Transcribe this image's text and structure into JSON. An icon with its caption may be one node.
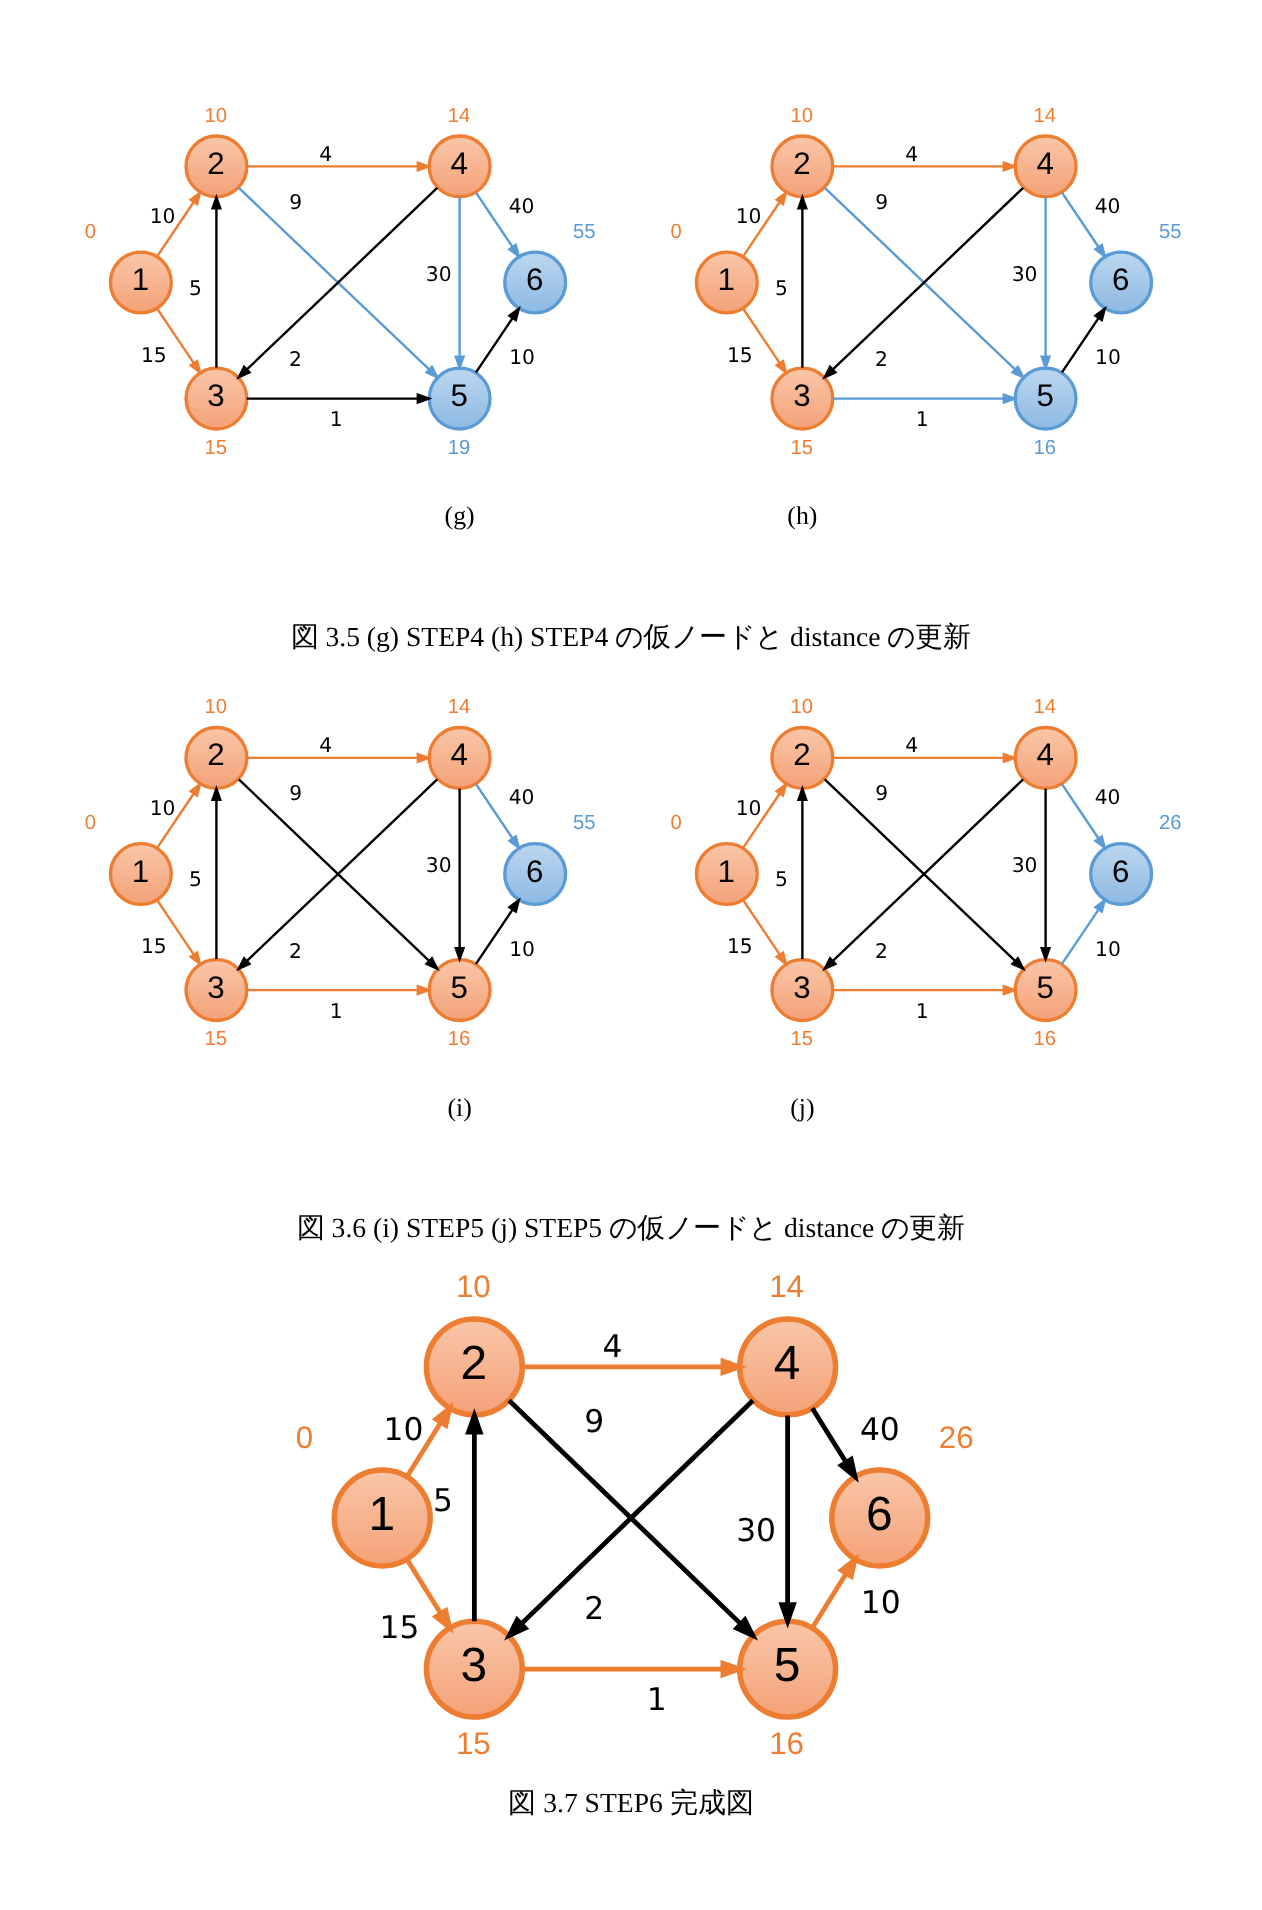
{
  "diagram": {
    "nodes": [
      {
        "text": [
          "1"
        ],
        "beside": [
          "0"
        ]
      },
      {
        "text": [
          "2"
        ],
        "beside": [
          "10"
        ]
      },
      {
        "text": [
          "3"
        ],
        "beside": [
          "15"
        ]
      },
      {
        "text": [
          "4"
        ],
        "beside": [
          "14"
        ]
      },
      {
        "text": [
          "5"
        ],
        "beside": [
          "19"
        ]
      },
      {
        "text": [
          "6"
        ],
        "beside": [
          "55"
        ]
      },
      {
        "text": [
          "1"
        ],
        "beside": [
          "0"
        ]
      },
      {
        "text": [
          "2"
        ],
        "beside": [
          "10"
        ]
      },
      {
        "text": [
          "3"
        ],
        "beside": [
          "15"
        ]
      },
      {
        "text": [
          "4"
        ],
        "beside": [
          "14"
        ]
      },
      {
        "text": [
          "5"
        ],
        "beside": [
          "16"
        ]
      },
      {
        "text": [
          "6"
        ],
        "beside": [
          "55"
        ]
      },
      {
        "text": [
          "1"
        ],
        "beside": [
          "0"
        ]
      },
      {
        "text": [
          "2"
        ],
        "beside": [
          "10"
        ]
      },
      {
        "text": [
          "3"
        ],
        "beside": [
          "15"
        ]
      },
      {
        "text": [
          "4"
        ],
        "beside": [
          "14"
        ]
      },
      {
        "text": [
          "5"
        ],
        "beside": [
          "16"
        ]
      },
      {
        "text": [
          "6"
        ],
        "beside": [
          "55"
        ]
      },
      {
        "text": [
          "1"
        ],
        "beside": [
          "0"
        ]
      },
      {
        "text": [
          "2"
        ],
        "beside": [
          "10"
        ]
      },
      {
        "text": [
          "3"
        ],
        "beside": [
          "15"
        ]
      },
      {
        "text": [
          "4"
        ],
        "beside": [
          "14"
        ]
      },
      {
        "text": [
          "5"
        ],
        "beside": [
          "16"
        ]
      },
      {
        "text": [
          "6"
        ],
        "beside": [
          "26"
        ]
      },
      {
        "text": [
          "1"
        ],
        "beside": [
          "0"
        ]
      },
      {
        "text": [
          "2"
        ],
        "beside": [
          "10"
        ]
      },
      {
        "text": [
          "3"
        ],
        "beside": [
          "15"
        ]
      },
      {
        "text": [
          "4"
        ],
        "beside": [
          "14"
        ]
      },
      {
        "text": [
          "5"
        ],
        "beside": [
          "16"
        ]
      },
      {
        "text": [
          "6"
        ],
        "beside": [
          "26"
        ]
      }
    ],
    "edges": [
      {
        "from": 0,
        "to": 1,
        "arrow": "to",
        "label": "10",
        "color": "#ed7d31"
      },
      {
        "from": 0,
        "to": 2,
        "arrow": "to",
        "label": "15",
        "color": "#ed7d31"
      },
      {
        "from": 1,
        "to": 3,
        "arrow": "to",
        "label": "4",
        "color": "#ed7d31"
      },
      {
        "from": 1,
        "to": 4,
        "arrow": "to",
        "label": "9",
        "color": "#5b9bd5"
      },
      {
        "from": 2,
        "to": 1,
        "arrow": "to",
        "label": "5"
      },
      {
        "from": 3,
        "to": 2,
        "arrow": "to",
        "label": "2"
      },
      {
        "from": 3,
        "to": 4,
        "arrow": "to",
        "label": "30",
        "color": "#5b9bd5"
      },
      {
        "from": 3,
        "to": 5,
        "arrow": "to",
        "label": "40",
        "color": "#5b9bd5"
      },
      {
        "from": 2,
        "to": 4,
        "arrow": "to",
        "label": "1"
      },
      {
        "from": 4,
        "to": 5,
        "arrow": "to",
        "label": "10"
      },
      {
        "from": 6,
        "to": 7,
        "arrow": "to",
        "label": "10",
        "color": "#ed7d31"
      },
      {
        "from": 6,
        "to": 8,
        "arrow": "to",
        "label": "15",
        "color": "#ed7d31"
      },
      {
        "from": 7,
        "to": 9,
        "arrow": "to",
        "label": "4",
        "color": "#ed7d31"
      },
      {
        "from": 7,
        "to": 10,
        "arrow": "to",
        "label": "9",
        "color": "#5b9bd5"
      },
      {
        "from": 8,
        "to": 7,
        "arrow": "to",
        "label": "5"
      },
      {
        "from": 9,
        "to": 8,
        "arrow": "to",
        "label": "2"
      },
      {
        "from": 9,
        "to": 10,
        "arrow": "to",
        "label": "30",
        "color": "#5b9bd5"
      },
      {
        "from": 9,
        "to": 11,
        "arrow": "to",
        "label": "40",
        "color": "#5b9bd5"
      },
      {
        "from": 8,
        "to": 10,
        "arrow": "to",
        "label": "1",
        "color": "#5b9bd5"
      },
      {
        "from": 10,
        "to": 11,
        "arrow": "to",
        "label": "10"
      },
      {
        "from": 12,
        "to": 13,
        "arrow": "to",
        "label": "10",
        "color": "#ed7d31"
      },
      {
        "from": 12,
        "to": 14,
        "arrow": "to",
        "label": "15",
        "color": "#ed7d31"
      },
      {
        "from": 13,
        "to": 15,
        "arrow": "to",
        "label": "4",
        "color": "#ed7d31"
      },
      {
        "from": 13,
        "to": 16,
        "arrow": "to",
        "label": "9"
      },
      {
        "from": 14,
        "to": 13,
        "arrow": "to",
        "label": "5"
      },
      {
        "from": 15,
        "to": 14,
        "arrow": "to",
        "label": "2"
      },
      {
        "from": 15,
        "to": 16,
        "arrow": "to",
        "label": "30"
      },
      {
        "from": 15,
        "to": 17,
        "arrow": "to",
        "label": "40",
        "color": "#5b9bd5"
      },
      {
        "from": 14,
        "to": 16,
        "arrow": "to",
        "label": "1",
        "color": "#ed7d31"
      },
      {
        "from": 16,
        "to": 17,
        "arrow": "to",
        "label": "10"
      },
      {
        "from": 18,
        "to": 19,
        "arrow": "to",
        "label": "10",
        "color": "#ed7d31"
      },
      {
        "from": 18,
        "to": 20,
        "arrow": "to",
        "label": "15",
        "color": "#ed7d31"
      },
      {
        "from": 19,
        "to": 21,
        "arrow": "to",
        "label": "4",
        "color": "#ed7d31"
      },
      {
        "from": 19,
        "to": 22,
        "arrow": "to",
        "label": "9"
      },
      {
        "from": 20,
        "to": 19,
        "arrow": "to",
        "label": "5"
      },
      {
        "from": 21,
        "to": 20,
        "arrow": "to",
        "label": "2"
      },
      {
        "from": 21,
        "to": 22,
        "arrow": "to",
        "label": "30"
      },
      {
        "from": 21,
        "to": 23,
        "arrow": "to",
        "label": "40",
        "color": "#5b9bd5"
      },
      {
        "from": 20,
        "to": 22,
        "arrow": "to",
        "label": "1",
        "color": "#ed7d31"
      },
      {
        "from": 22,
        "to": 23,
        "arrow": "to",
        "label": "10",
        "color": "#5b9bd5"
      },
      {
        "from": 24,
        "to": 25,
        "arrow": "to",
        "label": "10",
        "color": "#ed7d31"
      },
      {
        "from": 24,
        "to": 26,
        "arrow": "to",
        "label": "15",
        "color": "#ed7d31"
      },
      {
        "from": 25,
        "to": 27,
        "arrow": "to",
        "label": "4",
        "color": "#ed7d31"
      },
      {
        "from": 25,
        "to": 28,
        "arrow": "to",
        "label": "9"
      },
      {
        "from": 26,
        "to": 25,
        "arrow": "to",
        "label": "5"
      },
      {
        "from": 27,
        "to": 26,
        "arrow": "to",
        "label": "2"
      },
      {
        "from": 27,
        "to": 28,
        "arrow": "to",
        "label": "30"
      },
      {
        "from": 27,
        "to": 29,
        "arrow": "to",
        "label": "40"
      },
      {
        "from": 26,
        "to": 28,
        "arrow": "to",
        "label": "1",
        "color": "#ed7d31"
      },
      {
        "from": 28,
        "to": 29,
        "arrow": "to",
        "label": "10",
        "color": "#ed7d31"
      }
    ],
    "labels": [
      "(g)",
      "(h)",
      "図 3.5 (g) STEP4 (h) STEP4 の仮ノードと distance の更新",
      "(i)",
      "(j)",
      "図 3.6 (i) STEP5 (j) STEP5 の仮ノードと distance の更新",
      "図 3.7 STEP6 完成図"
    ]
  }
}
